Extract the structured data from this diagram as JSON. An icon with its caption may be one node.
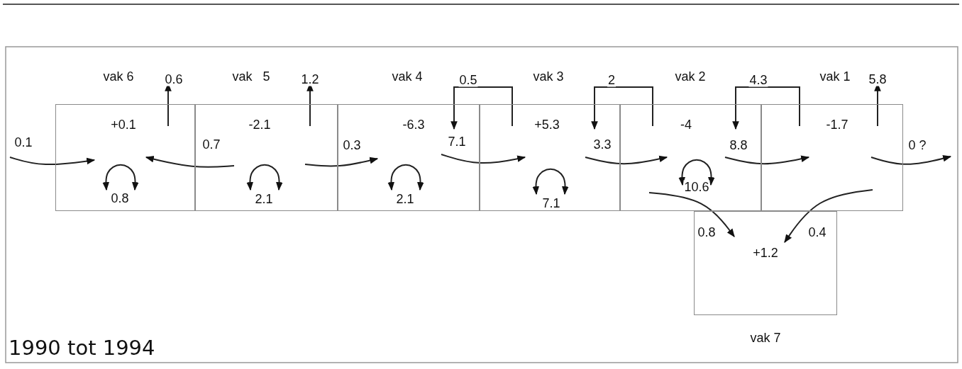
{
  "diagram": {
    "nodes": [
      {
        "text": [
          "vak 6",
          "+0.1"
        ]
      },
      {
        "text": [
          "vak   5",
          "-2.1"
        ]
      },
      {
        "text": [
          "vak 4",
          "-6.3"
        ]
      },
      {
        "text": [
          "vak 3",
          "+5.3"
        ]
      },
      {
        "text": [
          "vak 2",
          "-4"
        ]
      },
      {
        "text": [
          "vak 1",
          "-1.7"
        ]
      },
      {
        "text": [
          "+1.2",
          "vak 7"
        ]
      }
    ],
    "edges": [
      {
        "from": null,
        "to": 0,
        "arrow": "to",
        "label": "0.1"
      },
      {
        "from": 1,
        "to": 0,
        "arrow": "to",
        "label": "0.7"
      },
      {
        "from": 0,
        "to": null,
        "arrow": "to",
        "label": "0.6"
      },
      {
        "from": 1,
        "to": null,
        "arrow": "to",
        "label": "1.2"
      },
      {
        "from": 1,
        "to": 2,
        "arrow": "to",
        "label": "0.3"
      },
      {
        "from": 2,
        "to": 3,
        "arrow": "to",
        "label": "7.1"
      },
      {
        "from": 3,
        "to": 2,
        "arrow": "to",
        "label": "0.5"
      },
      {
        "from": 3,
        "to": 4,
        "arrow": "to",
        "label": "3.3"
      },
      {
        "from": 4,
        "to": 3,
        "arrow": "to",
        "label": "2"
      },
      {
        "from": 4,
        "to": 5,
        "arrow": "to",
        "label": "8.8"
      },
      {
        "from": 5,
        "to": 4,
        "arrow": "to",
        "label": "4.3"
      },
      {
        "from": 5,
        "to": null,
        "arrow": "to",
        "label": "5.8"
      },
      {
        "from": 5,
        "to": null,
        "arrow": "to",
        "label": "0 ?"
      },
      {
        "from": 0,
        "to": 0,
        "arrow": "both",
        "label": "0.8"
      },
      {
        "from": 1,
        "to": 1,
        "arrow": "both",
        "label": "2.1"
      },
      {
        "from": 2,
        "to": 2,
        "arrow": "both",
        "label": "2.1"
      },
      {
        "from": 3,
        "to": 3,
        "arrow": "both",
        "label": "7.1"
      },
      {
        "from": 4,
        "to": 4,
        "arrow": "both",
        "label": "10.6"
      },
      {
        "from": 4,
        "to": 6,
        "arrow": "to",
        "label": "0.8"
      },
      {
        "from": 5,
        "to": 6,
        "arrow": "to",
        "label": "0.4"
      }
    ],
    "labels": [
      "1990 tot 1994"
    ]
  }
}
